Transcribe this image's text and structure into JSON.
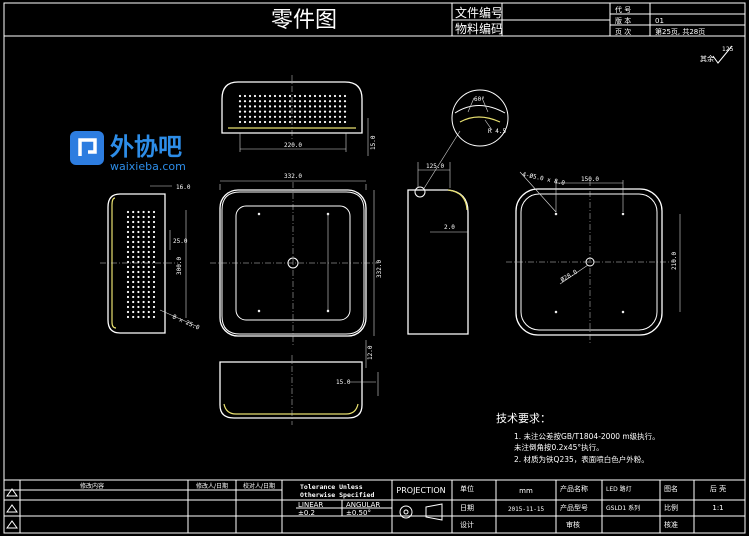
{
  "title": "零件图",
  "header": {
    "file_no_label": "文件编号",
    "material_no_label": "物料编码",
    "code_label": "代  号",
    "version_label": "版  本",
    "version_value": "01",
    "page_label": "页  次",
    "page_value": "第25页, 共28页"
  },
  "watermark": {
    "brand": "外协吧",
    "url": "waixieba.com"
  },
  "surface": {
    "label": "其余",
    "value": "125"
  },
  "dims": {
    "top_width": "220.0",
    "top_height": "15.0",
    "front_width": "332.0",
    "front_height": "332.0",
    "left_width": "16.0",
    "left_a": "25.0",
    "left_b": "300.0",
    "left_slot": "8 x 25.0",
    "side_top": "125.0",
    "side_mid": "2.0",
    "detail_angle": "60°",
    "detail_r": "R 4.5",
    "right_hole": "4-Ø5.0 x 8.0",
    "right_width": "150.0",
    "right_height": "210.0",
    "right_center": "Ø28.0",
    "bottom_h": "12.0",
    "bottom_w": "15.0"
  },
  "tech": {
    "title": "技术要求：",
    "line1": "1. 未注公差按GB/T1804-2000 m级执行。",
    "line2": "    未注倒角按0.2x45°执行。",
    "line3": "2. 材质为铁Q235，表面喷白色户外粉。"
  },
  "titleblock": {
    "revision_header": "修改内容",
    "rev_date_header": "修改人/日期",
    "check_date_header": "校对人/日期",
    "tol_title_1": "Tolerance Unless",
    "tol_title_2": "Otherwise Specified",
    "linear_label": "LINEAR",
    "angular_label": "ANGULAR",
    "linear_value": "±0.2",
    "angular_value": "±0.50°",
    "projection_label": "PROJECTION",
    "unit_label": "单位",
    "unit_value": "mm",
    "date_label": "日期",
    "date_value": "2015-11-15",
    "design_label": "设计",
    "product_name_label": "产品名称",
    "product_name_value": "LED 路灯",
    "product_model_label": "产品型号",
    "product_model_value": "GSLD1 系列",
    "review_label": "审核",
    "drawing_name_label": "图名",
    "drawing_name_value": "后  壳",
    "scale_label": "比例",
    "scale_value": "1:1",
    "approve_label": "核准"
  }
}
